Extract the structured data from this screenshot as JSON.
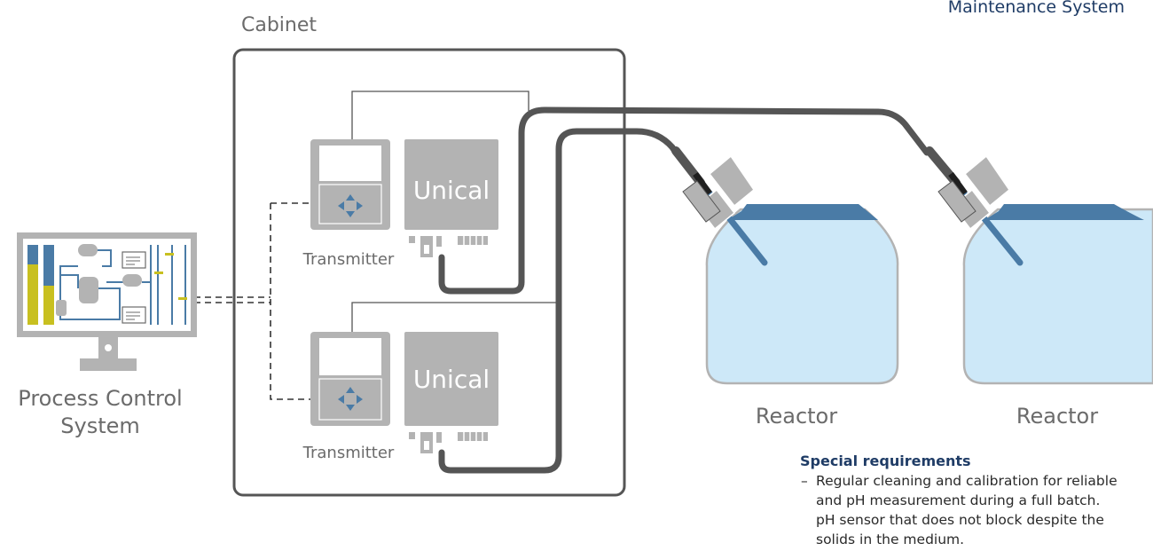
{
  "header": {
    "maintenance_system": "Maintenance System"
  },
  "cabinet": {
    "label": "Cabinet"
  },
  "pcs": {
    "label_line1": "Process Control",
    "label_line2": "System"
  },
  "units": [
    {
      "transmitter_label": "Transmitter",
      "unical_label": "Unical"
    },
    {
      "transmitter_label": "Transmitter",
      "unical_label": "Unical"
    }
  ],
  "reactors": [
    {
      "label": "Reactor"
    },
    {
      "label": "Reactor"
    }
  ],
  "requirements": {
    "title": "Special requirements",
    "bullet": "–",
    "lines": [
      "Regular cleaning and calibration for reliable",
      "and pH measurement during a full batch.",
      "pH sensor that does not block despite the",
      "solids in the medium."
    ]
  },
  "colors": {
    "device_gray": "#b3b3b3",
    "hose_dark": "#555555",
    "liquid_light": "#cde8f8",
    "liquid_dark": "#4a7ba6",
    "title_navy": "#1f3c66",
    "accent_yellow": "#c8c020"
  }
}
